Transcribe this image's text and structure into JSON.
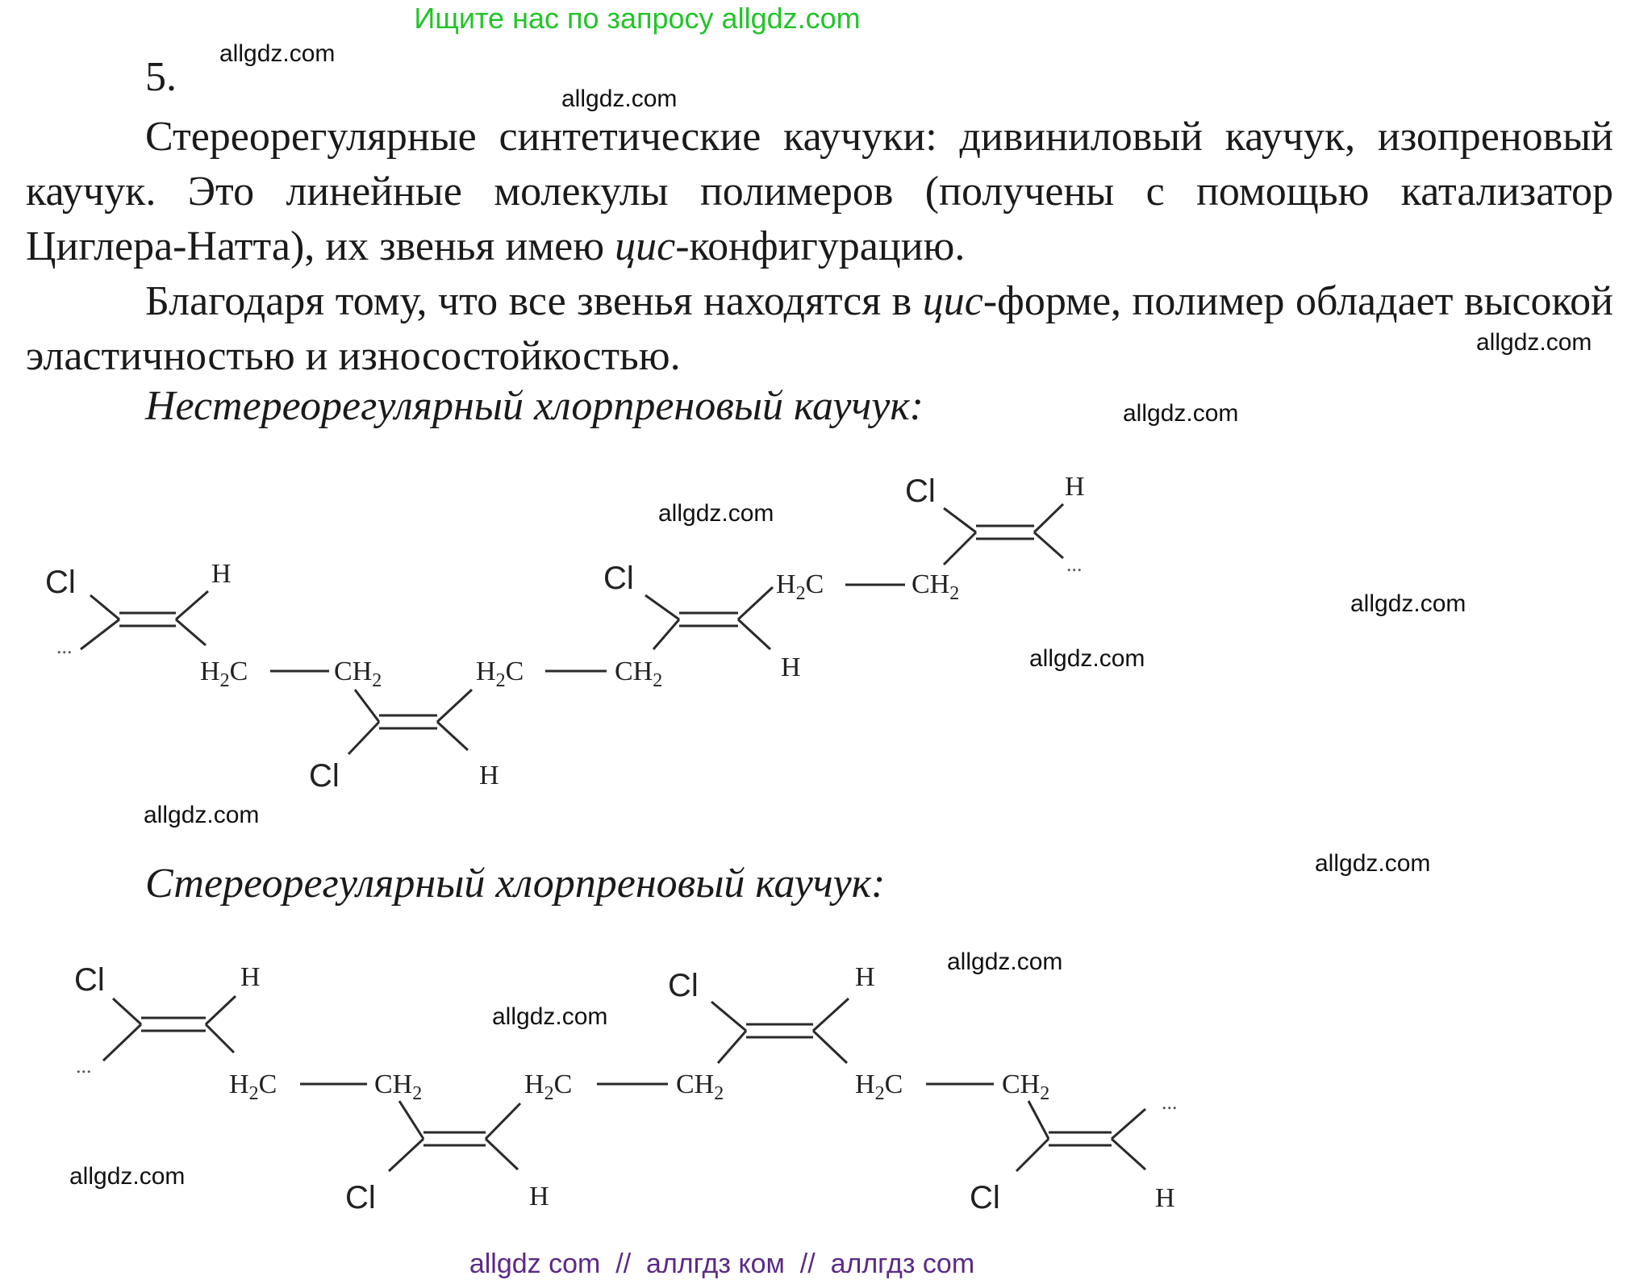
{
  "banner_top": "Ищите нас по запросу allgdz.com",
  "task_number": "5.",
  "paragraphs": [
    {
      "text": "Стереорегулярные синтетические каучуки: дивиниловый каучук, изопреновый каучук.  Это линейные молекулы полимеров (получены с помощью катализатор Циглера-Натта), их звенья имею ",
      "italic": "цис",
      "tail": "-конфигурацию."
    },
    {
      "text": "Благодаря тому, что все звенья находятся в ",
      "italic": "цис",
      "tail": "-форме, полимер обладает высокой эластичностью и износостойкостью."
    }
  ],
  "heading_nonstereo": "Нестереорегулярный хлорпреновый каучук:",
  "heading_stereo": "Стереорегулярный хлорпреновый каучук:",
  "chem": {
    "cl": "Cl",
    "h": "H",
    "h2c": "H",
    "h2c_sub": "2",
    "h2c_tail": "C",
    "ch2": "CH",
    "ch2_sub": "2",
    "dots": "..."
  },
  "watermark": "allgdz.com",
  "banner_bottom": "allgdz com  //  аллгдз ком  //  аллгдз com"
}
